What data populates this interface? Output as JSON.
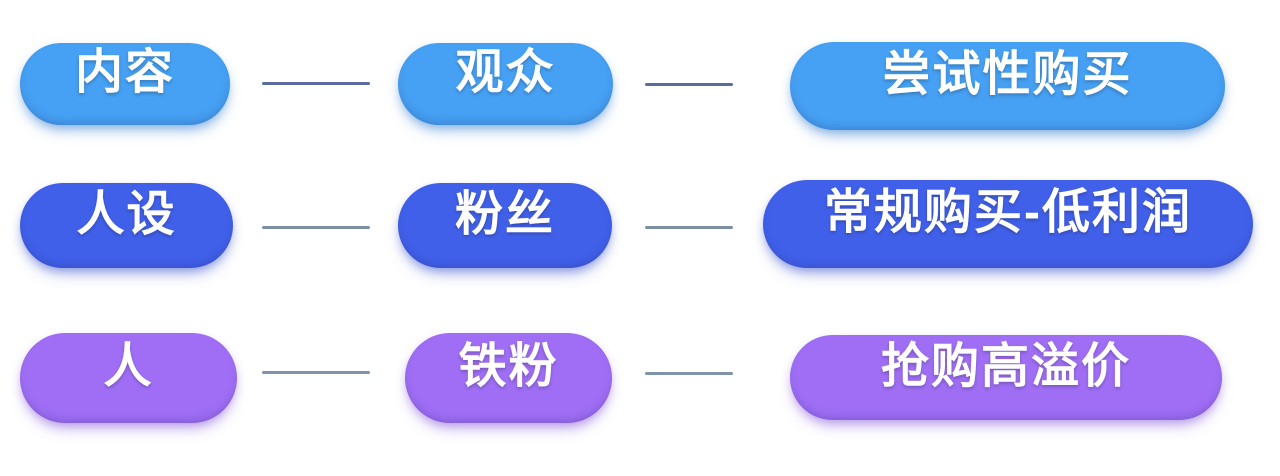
{
  "diagram": {
    "background": "#ffffff",
    "text_color": "#ffffff",
    "rows": [
      {
        "name": "content-audience-trial-purchase",
        "pill_color": "#46A0F3",
        "pill_shadow": "rgba(62,130,210,0.45)",
        "connector_color": "#5A6C9E",
        "nodes": [
          {
            "label": "内容"
          },
          {
            "label": "观众"
          },
          {
            "label": "尝试性购买"
          }
        ]
      },
      {
        "name": "persona-fans-regular-purchase",
        "pill_color": "#4160EA",
        "pill_shadow": "rgba(55,80,200,0.42)",
        "connector_color": "#7E8FA3",
        "nodes": [
          {
            "label": "人设"
          },
          {
            "label": "粉丝"
          },
          {
            "label": "常规购买-低利润"
          }
        ]
      },
      {
        "name": "person-superfans-premium-purchase",
        "pill_color": "#9F6EF5",
        "pill_shadow": "rgba(140,95,220,0.45)",
        "connector_color": "#7F93AB",
        "nodes": [
          {
            "label": "人"
          },
          {
            "label": "铁粉"
          },
          {
            "label": "抢购高溢价"
          }
        ]
      }
    ]
  }
}
